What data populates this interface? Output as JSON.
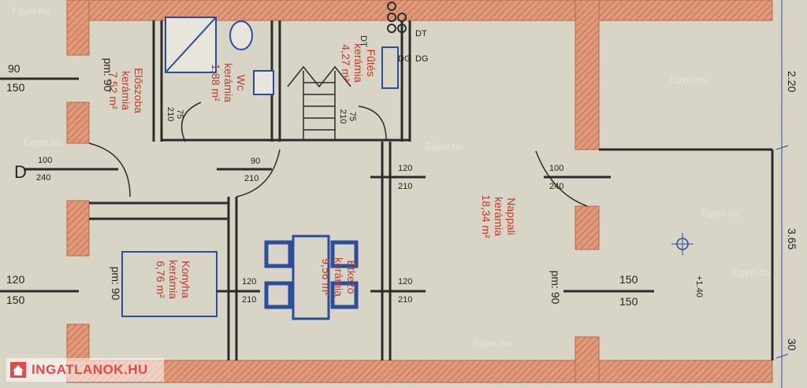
{
  "rooms": {
    "eloszoba": {
      "name": "Előszoba",
      "material": "kerámia",
      "area": "7,52 m²",
      "pm": "pm: 90"
    },
    "wc": {
      "name": "Wc",
      "material": "kerámia",
      "area": "1,88 m²"
    },
    "futes": {
      "name": "Fűtés",
      "material": "kerámia",
      "area": "4,27 m²"
    },
    "nappali": {
      "name": "Nappali",
      "material": "kerámia",
      "area": "18,34 m²",
      "pm": "pm: 90"
    },
    "konyha": {
      "name": "Konyha",
      "material": "kerámia",
      "area": "6,76 m²",
      "pm": "pm: 90"
    },
    "etkezo": {
      "name": "Étkező",
      "material": "kerámia",
      "area": "9,56 m²"
    }
  },
  "openings": {
    "left_top": {
      "w": "90",
      "h": "150"
    },
    "left_mid": {
      "w": "100",
      "h": "240"
    },
    "left_bottom": {
      "w": "120",
      "h": "150"
    },
    "wc_door": {
      "w": "75",
      "h": "210"
    },
    "futes_door": {
      "w": "75",
      "h": "210"
    },
    "inner_door": {
      "w": "90",
      "h": "210"
    },
    "etkezo_upper": {
      "w": "120",
      "h": "210"
    },
    "etkezo_lower_left": {
      "w": "120",
      "h": "210"
    },
    "etkezo_lower_right": {
      "w": "120",
      "h": "210"
    },
    "nappali_door": {
      "w": "100",
      "h": "240"
    },
    "nappali_window": {
      "w": "150",
      "h": "150"
    }
  },
  "marks": {
    "entrance": "D",
    "dt_left": "DT",
    "dt_right": "DT",
    "dg_left": "DG",
    "dg_right": "DG",
    "level": "+1.40"
  },
  "dimensions": {
    "right_top": "2.20",
    "right_mid": "3.65",
    "right_bottom": "30"
  },
  "watermark": "Egyet.hu",
  "logo": "INGATLANOK.HU",
  "colors": {
    "wall": "#d98b6c",
    "room_text": "#c0392b",
    "furniture": "#2a4a9e",
    "line": "#2b2b2b",
    "background": "#d9d5c6"
  }
}
